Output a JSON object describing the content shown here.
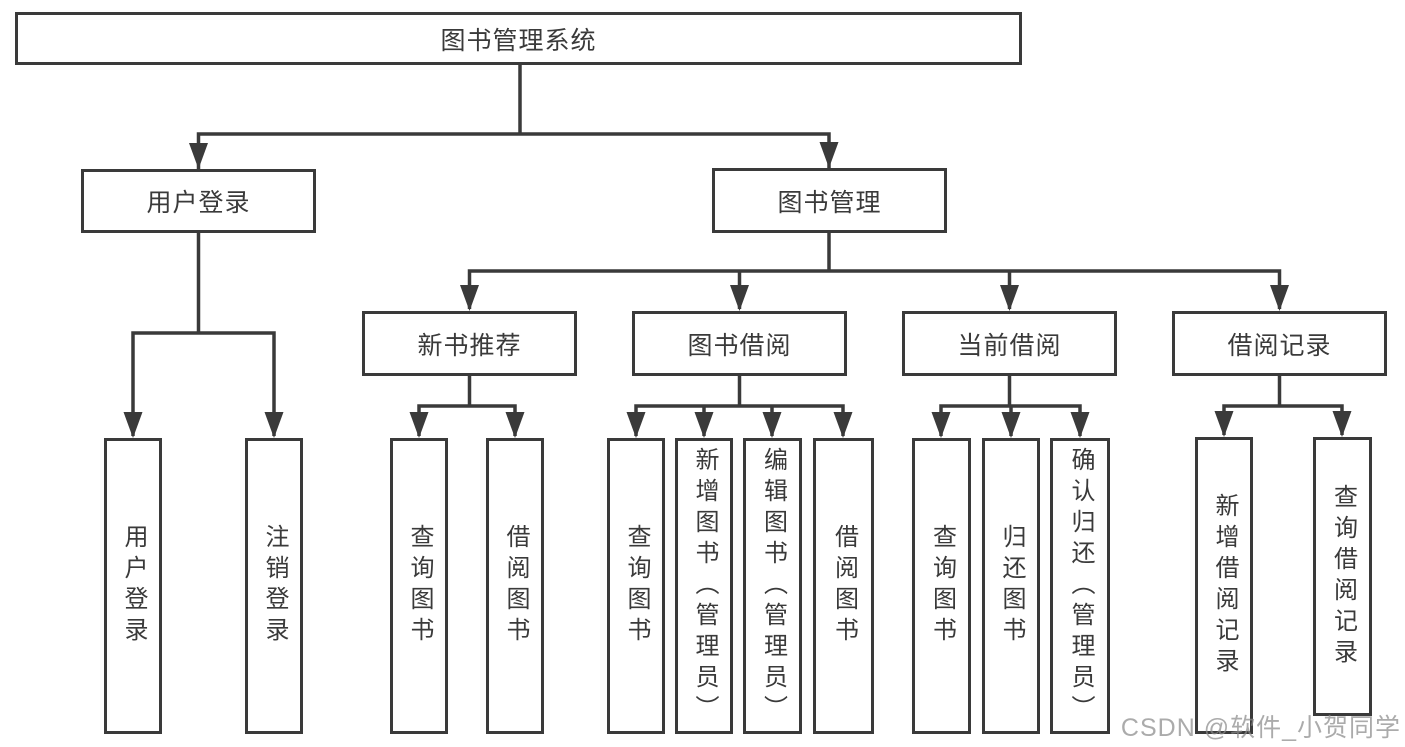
{
  "tree": {
    "root": {
      "label": "图书管理系统"
    },
    "branches": [
      {
        "label": "用户登录",
        "children": [
          {
            "label": "用户登录"
          },
          {
            "label": "注销登录"
          }
        ]
      },
      {
        "label": "图书管理",
        "groups": [
          {
            "label": "新书推荐",
            "children": [
              {
                "label": "查询图书"
              },
              {
                "label": "借阅图书"
              }
            ]
          },
          {
            "label": "图书借阅",
            "children": [
              {
                "label": "查询图书"
              },
              {
                "label": "新增图书（管理员）"
              },
              {
                "label": "编辑图书（管理员）"
              },
              {
                "label": "借阅图书"
              }
            ]
          },
          {
            "label": "当前借阅",
            "children": [
              {
                "label": "查询图书"
              },
              {
                "label": "归还图书"
              },
              {
                "label": "确认归还（管理员）"
              }
            ]
          },
          {
            "label": "借阅记录",
            "children": [
              {
                "label": "新增借阅记录"
              },
              {
                "label": "查询借阅记录"
              }
            ]
          }
        ]
      }
    ]
  },
  "watermark": {
    "text": "CSDN @软件_小贺同学"
  },
  "colors": {
    "line": "#3a3a3a",
    "text": "#3a3a3a",
    "watermark": "#a6a6a6",
    "background": "#ffffff"
  }
}
